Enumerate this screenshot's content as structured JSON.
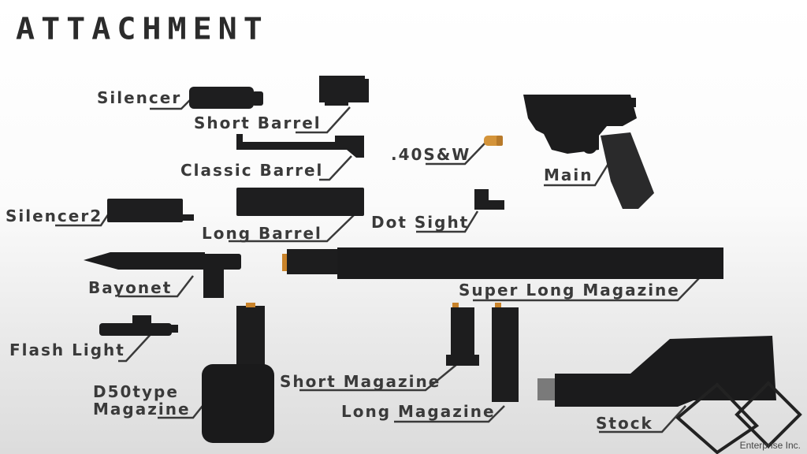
{
  "title": "ATTACHMENT",
  "labels": {
    "silencer": "Silencer",
    "short_barrel": "Short Barrel",
    "classic_barrel": "Classic Barrel",
    "silencer2": "Silencer2",
    "long_barrel": "Long Barrel",
    "ammo": ".40S&W",
    "main": "Main",
    "dot_sight": "Dot Sight",
    "super_long_magazine": "Super Long Magazine",
    "bayonet": "Bayonet",
    "flash_light": "Flash Light",
    "d50_line1": "D50type",
    "d50_line2": "Magazine",
    "short_magazine": "Short Magazine",
    "long_magazine": "Long Magazine",
    "stock": "Stock"
  },
  "credit": "Enterprise Inc.",
  "colors": {
    "part": "#1b1b1c",
    "line": "#3a3a3a",
    "accent": "#c9832a"
  }
}
